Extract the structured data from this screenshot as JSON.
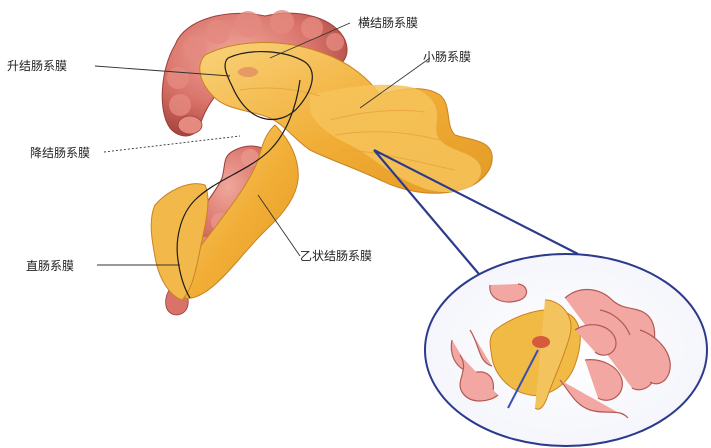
{
  "labels": {
    "transverse_mesocolon": "横结肠系膜",
    "ascending_mesocolon": "升结肠系膜",
    "small_mesentery": "小肠系膜",
    "descending_mesocolon": "降结肠系膜",
    "mesorectum": "直肠系膜",
    "sigmoid_mesocolon": "乙状结肠系膜"
  },
  "colors": {
    "mesentery": "#f2b13a",
    "mesentery_light": "#f7cc6a",
    "intestine": "#d9736a",
    "intestine_dark": "#b8524c",
    "callout_line": "#2c3a8c",
    "leader_line": "#333333"
  }
}
